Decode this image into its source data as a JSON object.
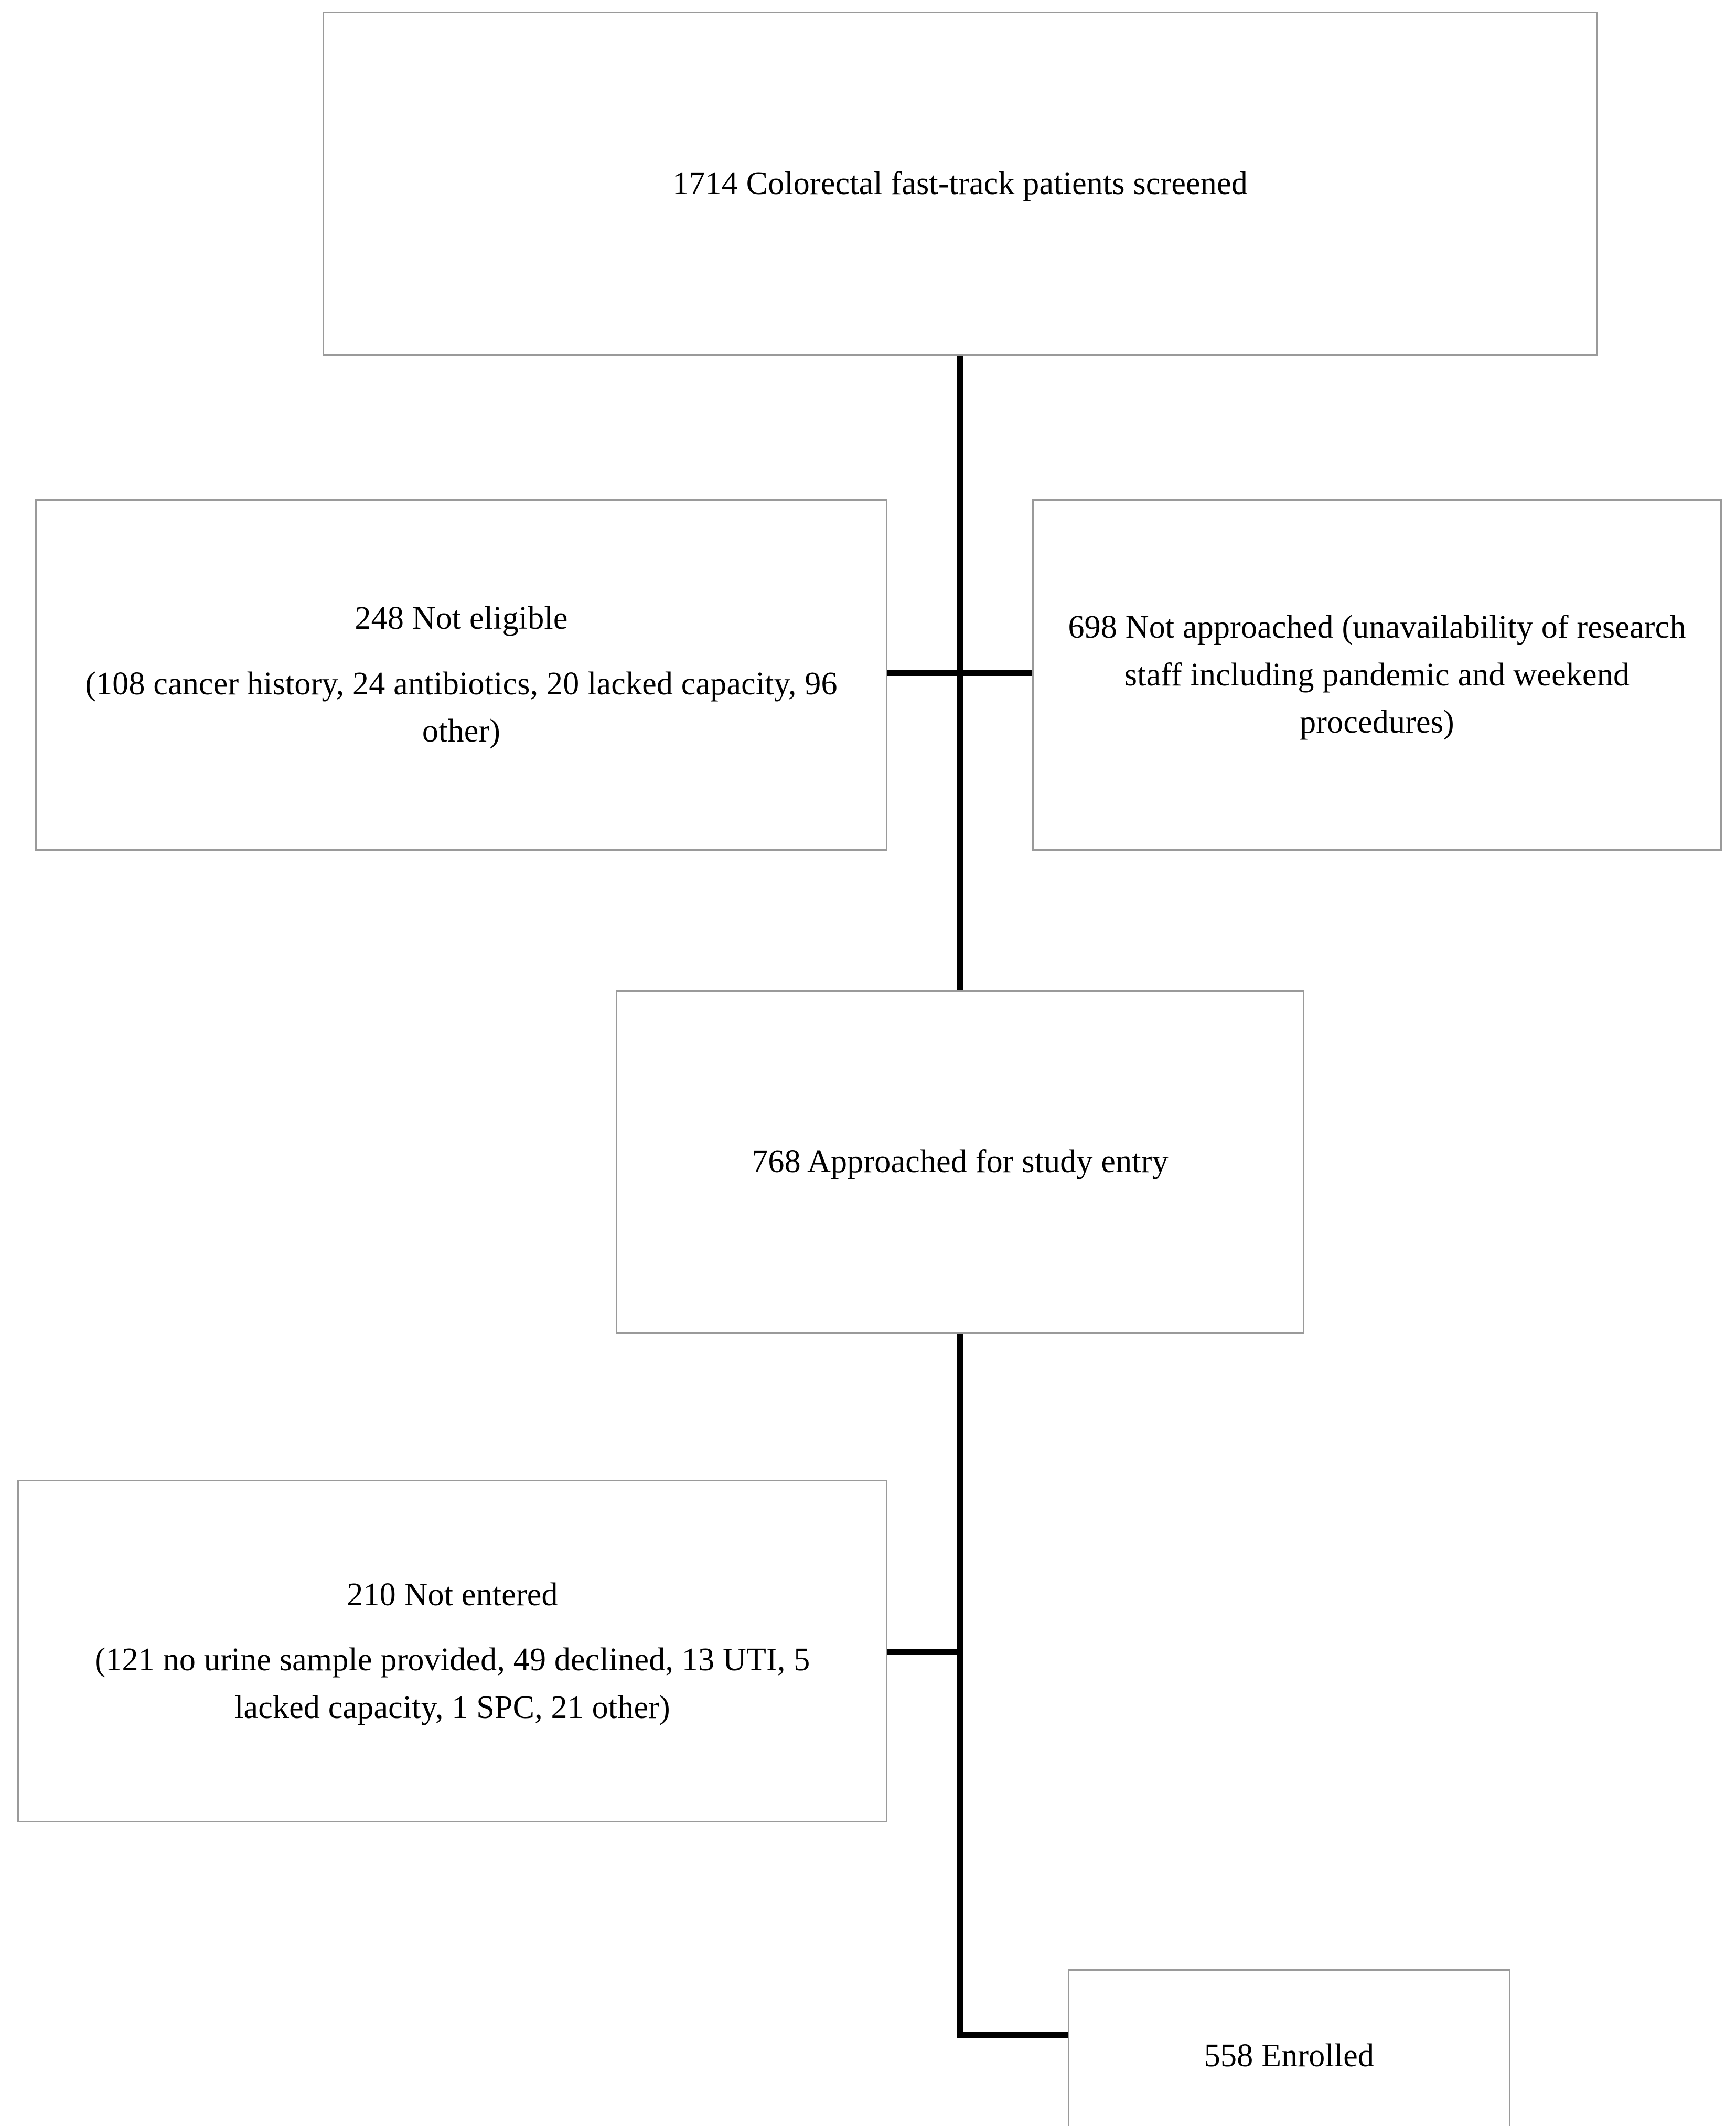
{
  "chart_data": {
    "type": "table",
    "title": "CONSORT-style participant flow diagram",
    "nodes": [
      {
        "id": "screened",
        "count": 1714,
        "label": "1714 Colorectal fast-track patients screened"
      },
      {
        "id": "not_eligible",
        "count": 248,
        "label": "248 Not eligible",
        "detail": "(108 cancer history, 24 antibiotics, 20 lacked capacity, 96 other)"
      },
      {
        "id": "not_approached",
        "count": 698,
        "label": "698 Not approached (unavailability of research staff including pandemic and weekend procedures)"
      },
      {
        "id": "approached",
        "count": 768,
        "label": "768 Approached for study entry"
      },
      {
        "id": "not_entered",
        "count": 210,
        "label": "210 Not entered",
        "detail": "(121 no urine sample provided, 49 declined, 13 UTI, 5 lacked capacity, 1 SPC, 21 other)"
      },
      {
        "id": "enrolled",
        "count": 558,
        "label": "558 Enrolled"
      }
    ],
    "exclusion_breakdown": {
      "not_eligible": [
        {
          "reason": "cancer history",
          "n": 108
        },
        {
          "reason": "antibiotics",
          "n": 24
        },
        {
          "reason": "lacked capacity",
          "n": 20
        },
        {
          "reason": "other",
          "n": 96
        }
      ],
      "not_entered": [
        {
          "reason": "no urine sample provided",
          "n": 121
        },
        {
          "reason": "declined",
          "n": 49
        },
        {
          "reason": "UTI",
          "n": 13
        },
        {
          "reason": "lacked capacity",
          "n": 5
        },
        {
          "reason": "SPC",
          "n": 1
        },
        {
          "reason": "other",
          "n": 21
        }
      ]
    },
    "edges": [
      {
        "from": "screened",
        "to": "approached"
      },
      {
        "from": "screened",
        "to": "not_eligible"
      },
      {
        "from": "screened",
        "to": "not_approached"
      },
      {
        "from": "approached",
        "to": "not_entered"
      },
      {
        "from": "approached",
        "to": "enrolled"
      }
    ],
    "colors": {
      "box_border": "#9a9a9a",
      "connector": "#000000",
      "text": "#000000",
      "background": "#ffffff"
    }
  },
  "flow": {
    "screened": {
      "text": "1714 Colorectal fast-track patients screened"
    },
    "not_eligible": {
      "heading": "248 Not eligible",
      "detail": "(108 cancer history, 24 antibiotics, 20 lacked capacity, 96 other)"
    },
    "not_approached": {
      "text": "698 Not approached (unavailability of research staff including pandemic and weekend procedures)"
    },
    "approached": {
      "text": "768 Approached for study entry"
    },
    "not_entered": {
      "heading": "210 Not entered",
      "detail": "(121 no urine sample provided, 49 declined, 13 UTI, 5 lacked capacity, 1 SPC, 21 other)"
    },
    "enrolled": {
      "text": "558 Enrolled"
    }
  }
}
